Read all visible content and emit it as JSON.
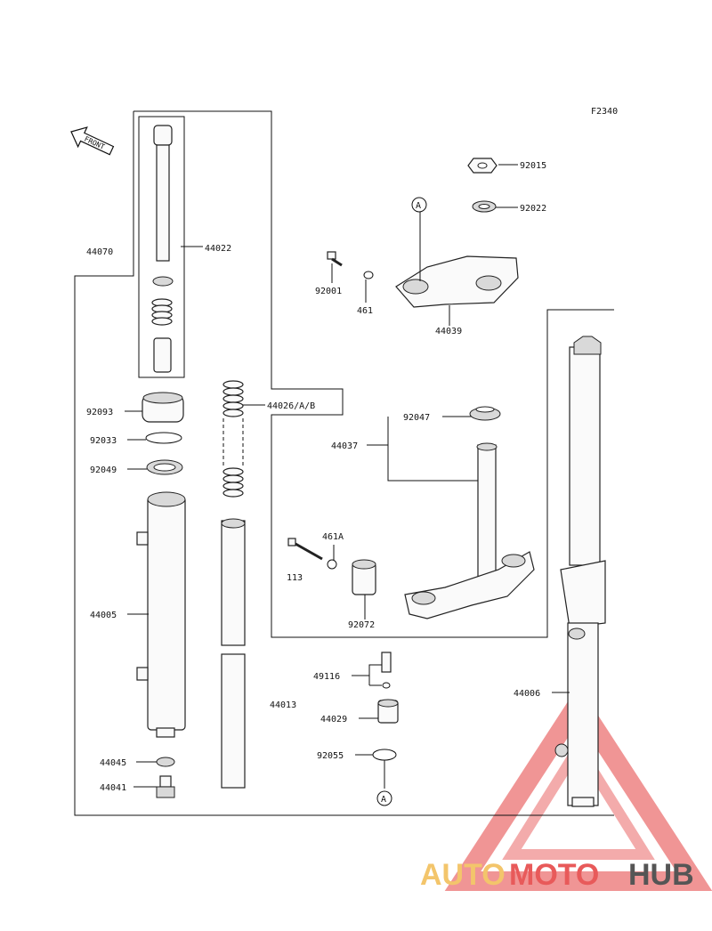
{
  "figure_code": "F2340",
  "front_label": "FRONT",
  "callout_a": "A",
  "parts": {
    "p44070": "44070",
    "p44022": "44022",
    "p92093": "92093",
    "p92033": "92033",
    "p92049": "92049",
    "p44005": "44005",
    "p44045": "44045",
    "p44041": "44041",
    "p44026": "44026/A/B",
    "p44013": "44013",
    "p92015": "92015",
    "p92022": "92022",
    "p92001": "92001",
    "p461": "461",
    "p44039": "44039",
    "p92047": "92047",
    "p44037": "44037",
    "p461A": "461A",
    "p113": "113",
    "p92072": "92072",
    "p49116": "49116",
    "p44029": "44029",
    "p92055": "92055",
    "p44006": "44006"
  },
  "watermark": {
    "part1": "AUTO",
    "part2": "MOTO",
    "part3": "HUB",
    "color_light": "#f3c56b",
    "color_red": "#e85a5a",
    "color_dark": "#555555"
  }
}
